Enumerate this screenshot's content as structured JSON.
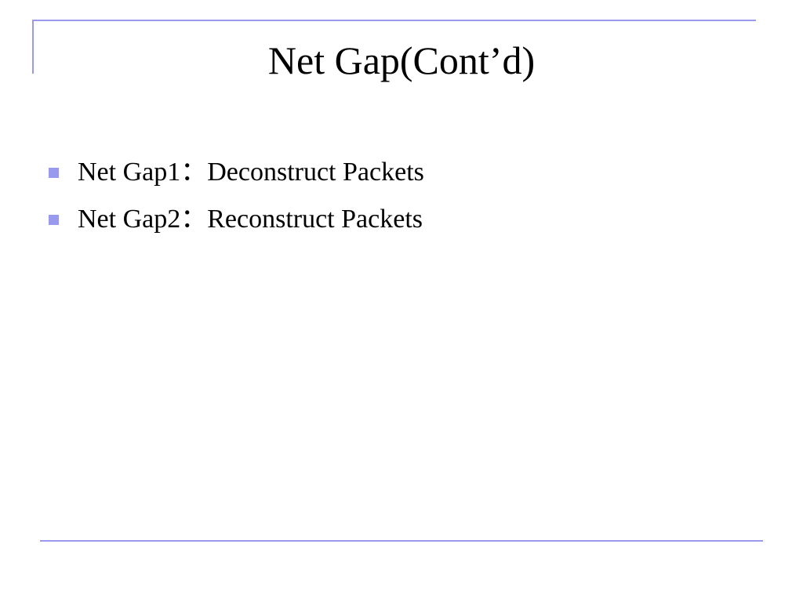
{
  "slide": {
    "title": "Net Gap(Cont’d)",
    "bullets": [
      {
        "text": "Net Gap1：Deconstruct Packets"
      },
      {
        "text": "Net Gap2：Reconstruct Packets"
      }
    ]
  },
  "colors": {
    "accent": "#9999ee",
    "text": "#000000",
    "background": "#ffffff"
  },
  "icons": {
    "bullet": "square-bullet-icon"
  }
}
